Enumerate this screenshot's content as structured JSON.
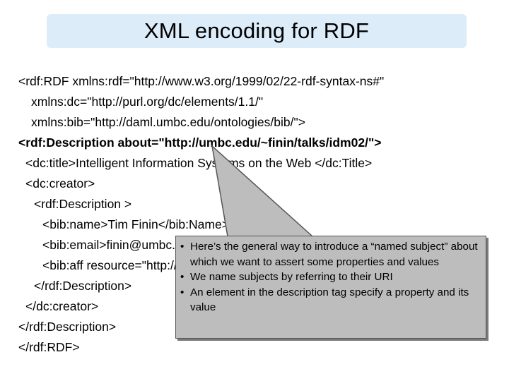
{
  "slide": {
    "title": "XML encoding for RDF",
    "code_lines": [
      "<rdf:RDF xmlns:rdf=\"http://www.w3.org/1999/02/22-rdf-syntax-ns#\"",
      "xmlns:dc=\"http://purl.org/dc/elements/1.1/\"",
      "xmlns:bib=\"http://daml.umbc.edu/ontologies/bib/\">",
      "<rdf:Description about=\"http://umbc.edu/~finin/talks/idm02/\">",
      "<dc:title>Intelligent Information Systems on the Web </dc:Title>",
      "<dc:creator>",
      "<rdf:Description >",
      "<bib:name>Tim Finin</bib:Name>",
      "<bib:email>finin@umbc.edu</bib:Email>",
      "<bib:aff resource=\"http://umbc.edu/\" />",
      "</rdf:Description>",
      "</dc:creator>",
      "</rdf:Description>",
      "</rdf:RDF>"
    ],
    "callout": {
      "bullets": [
        "Here’s the general way to introduce a “named subject” about which we want to assert some properties and values",
        "We name subjects by referring to their URI",
        "An element in the description tag specify a property and its value"
      ]
    }
  }
}
